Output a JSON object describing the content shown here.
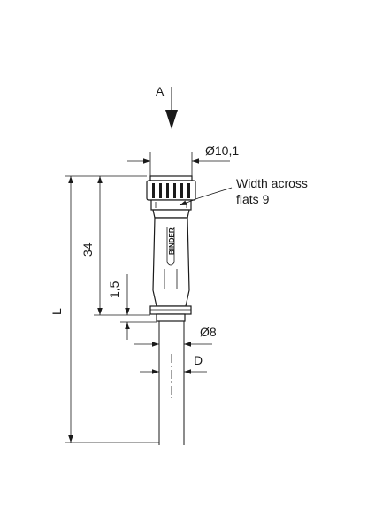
{
  "view_label": "A",
  "dims": {
    "nut_diameter": "Ø10,1",
    "cable_diameter": "Ø8",
    "cable_d": "D",
    "overall_length": "L",
    "connector_length": "34",
    "collar_height": "1,5"
  },
  "note": {
    "line1": "Width across",
    "line2": "flats 9"
  },
  "brand_mark": "BINDER"
}
